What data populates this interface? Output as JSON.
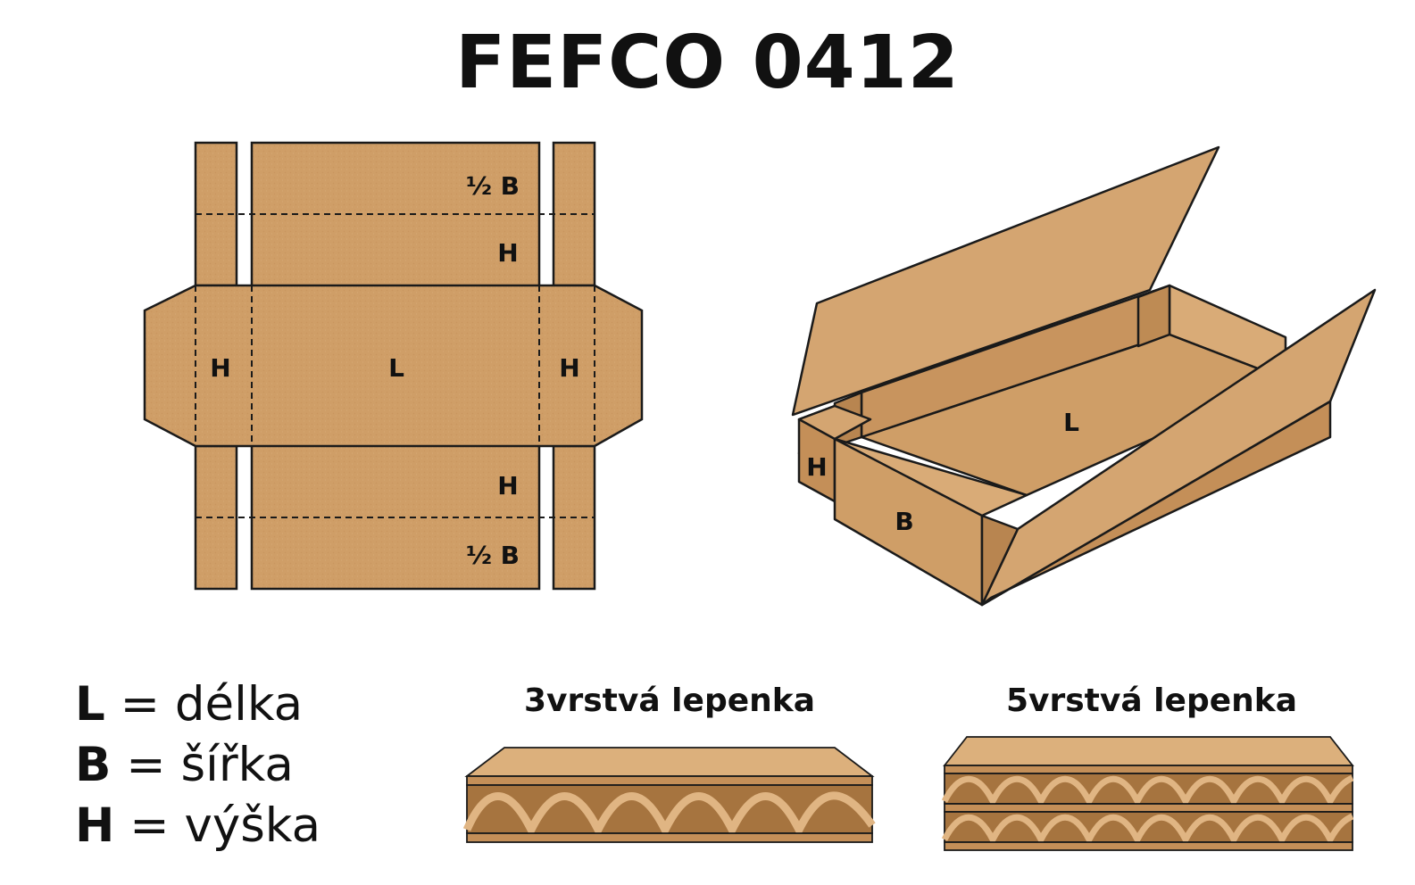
{
  "title": "FEFCO 0412",
  "net": {
    "half_b_top": "½ B",
    "h_top": "H",
    "h_left": "H",
    "l_center": "L",
    "h_right": "H",
    "h_bottom": "H",
    "half_b_bottom": "½ B"
  },
  "box3d": {
    "h": "H",
    "b": "B",
    "l": "L"
  },
  "legend": [
    {
      "symbol": "L",
      "sep": " = ",
      "meaning": "délka"
    },
    {
      "symbol": "B",
      "sep": " = ",
      "meaning": "šířka"
    },
    {
      "symbol": "H",
      "sep": " = ",
      "meaning": "výška"
    }
  ],
  "samples": {
    "three_layer": "3vrstvá lepenka",
    "five_layer": "5vrstvá lepenka"
  },
  "colors": {
    "kraft": "#cf9e67",
    "kraft_dark": "#b88550",
    "kraft_light": "#dcb07c",
    "outline": "#1a1a1a"
  }
}
